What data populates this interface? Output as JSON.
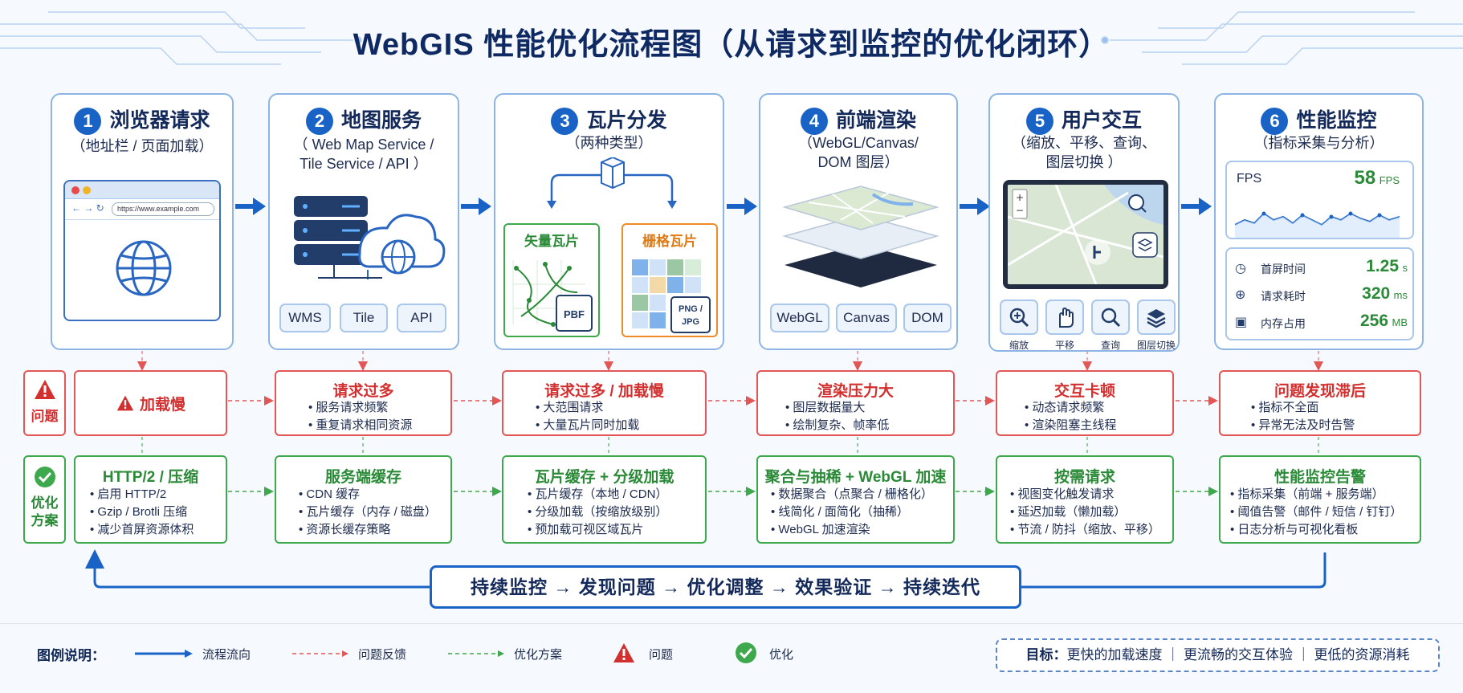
{
  "title": "WebGIS 性能优化流程图（从请求到监控的优化闭环）",
  "stages": [
    {
      "num": "1",
      "title": "浏览器请求",
      "sub": [
        "（地址栏 / 页面加载）"
      ],
      "url": "https://www.example.com"
    },
    {
      "num": "2",
      "title": "地图服务",
      "sub": [
        "（ Web Map Service /",
        "Tile Service / API ）"
      ],
      "tags": [
        "WMS",
        "Tile",
        "API"
      ]
    },
    {
      "num": "3",
      "title": "瓦片分发",
      "sub": [
        "（两种类型）"
      ],
      "vector_label": "矢量瓦片",
      "raster_label": "栅格瓦片",
      "vector_badge": "PBF",
      "raster_badge_1": "PNG /",
      "raster_badge_2": "JPG"
    },
    {
      "num": "4",
      "title": "前端渲染",
      "sub": [
        "（WebGL/Canvas/",
        "DOM 图层）"
      ],
      "tags": [
        "WebGL",
        "Canvas",
        "DOM"
      ]
    },
    {
      "num": "5",
      "title": "用户交互",
      "sub": [
        "（缩放、平移、查询、",
        "图层切换 ）"
      ],
      "tools": [
        "缩放",
        "平移",
        "查询",
        "图层切换"
      ]
    },
    {
      "num": "6",
      "title": "性能监控",
      "sub": [
        "（指标采集与分析）"
      ],
      "fps_label": "FPS",
      "fps_value": "58",
      "fps_unit": "FPS",
      "metrics": [
        {
          "label": "首屏时间",
          "value": "1.25",
          "unit": "s"
        },
        {
          "label": "请求耗时",
          "value": "320",
          "unit": "ms"
        },
        {
          "label": "内存占用",
          "value": "256",
          "unit": "MB"
        }
      ]
    }
  ],
  "row_labels": {
    "problem": "问题",
    "solution": "优化方案"
  },
  "problems": [
    {
      "title": "加载慢",
      "items": []
    },
    {
      "title": "请求过多",
      "items": [
        "服务请求频繁",
        "重复请求相同资源"
      ]
    },
    {
      "title": "请求过多 / 加载慢",
      "items": [
        "大范围请求",
        "大量瓦片同时加载"
      ]
    },
    {
      "title": "渲染压力大",
      "items": [
        "图层数据量大",
        "绘制复杂、帧率低"
      ]
    },
    {
      "title": "交互卡顿",
      "items": [
        "动态请求频繁",
        "渲染阻塞主线程"
      ]
    },
    {
      "title": "问题发现滞后",
      "items": [
        "指标不全面",
        "异常无法及时告警"
      ]
    }
  ],
  "solutions": [
    {
      "title": "HTTP/2 / 压缩",
      "items": [
        "启用 HTTP/2",
        "Gzip / Brotli 压缩",
        "减少首屏资源体积"
      ]
    },
    {
      "title": "服务端缓存",
      "items": [
        "CDN 缓存",
        "瓦片缓存（内存 / 磁盘）",
        "资源长缓存策略"
      ]
    },
    {
      "title": "瓦片缓存 + 分级加载",
      "items": [
        "瓦片缓存（本地 / CDN）",
        "分级加载（按缩放级别）",
        "预加载可视区域瓦片"
      ]
    },
    {
      "title": "聚合与抽稀 + WebGL 加速",
      "items": [
        "数据聚合（点聚合 / 栅格化）",
        "线简化 / 面简化（抽稀）",
        "WebGL 加速渲染"
      ]
    },
    {
      "title": "按需请求",
      "items": [
        "视图变化触发请求",
        "延迟加载（懒加载）",
        "节流 / 防抖（缩放、平移）"
      ]
    },
    {
      "title": "性能监控告警",
      "items": [
        "指标采集（前端 + 服务端）",
        "阈值告警（邮件 / 短信 / 钉钉）",
        "日志分析与可视化看板"
      ]
    }
  ],
  "loop_text": "持续监控 → 发现问题 → 优化调整 → 效果验证 → 持续迭代",
  "legend": {
    "title": "图例说明：",
    "flow": "流程流向",
    "feedback": "问题反馈",
    "solution": "优化方案",
    "problem": "问题",
    "optimize": "优化"
  },
  "goal": {
    "label": "目标：",
    "text": "更快的加载速度 ｜ 更流畅的交互体验 ｜ 更低的资源消耗"
  },
  "colors": {
    "primary": "#1a63c6",
    "problem": "#d32f2f",
    "solution": "#2a8a37",
    "border": "#8cb5e6"
  }
}
